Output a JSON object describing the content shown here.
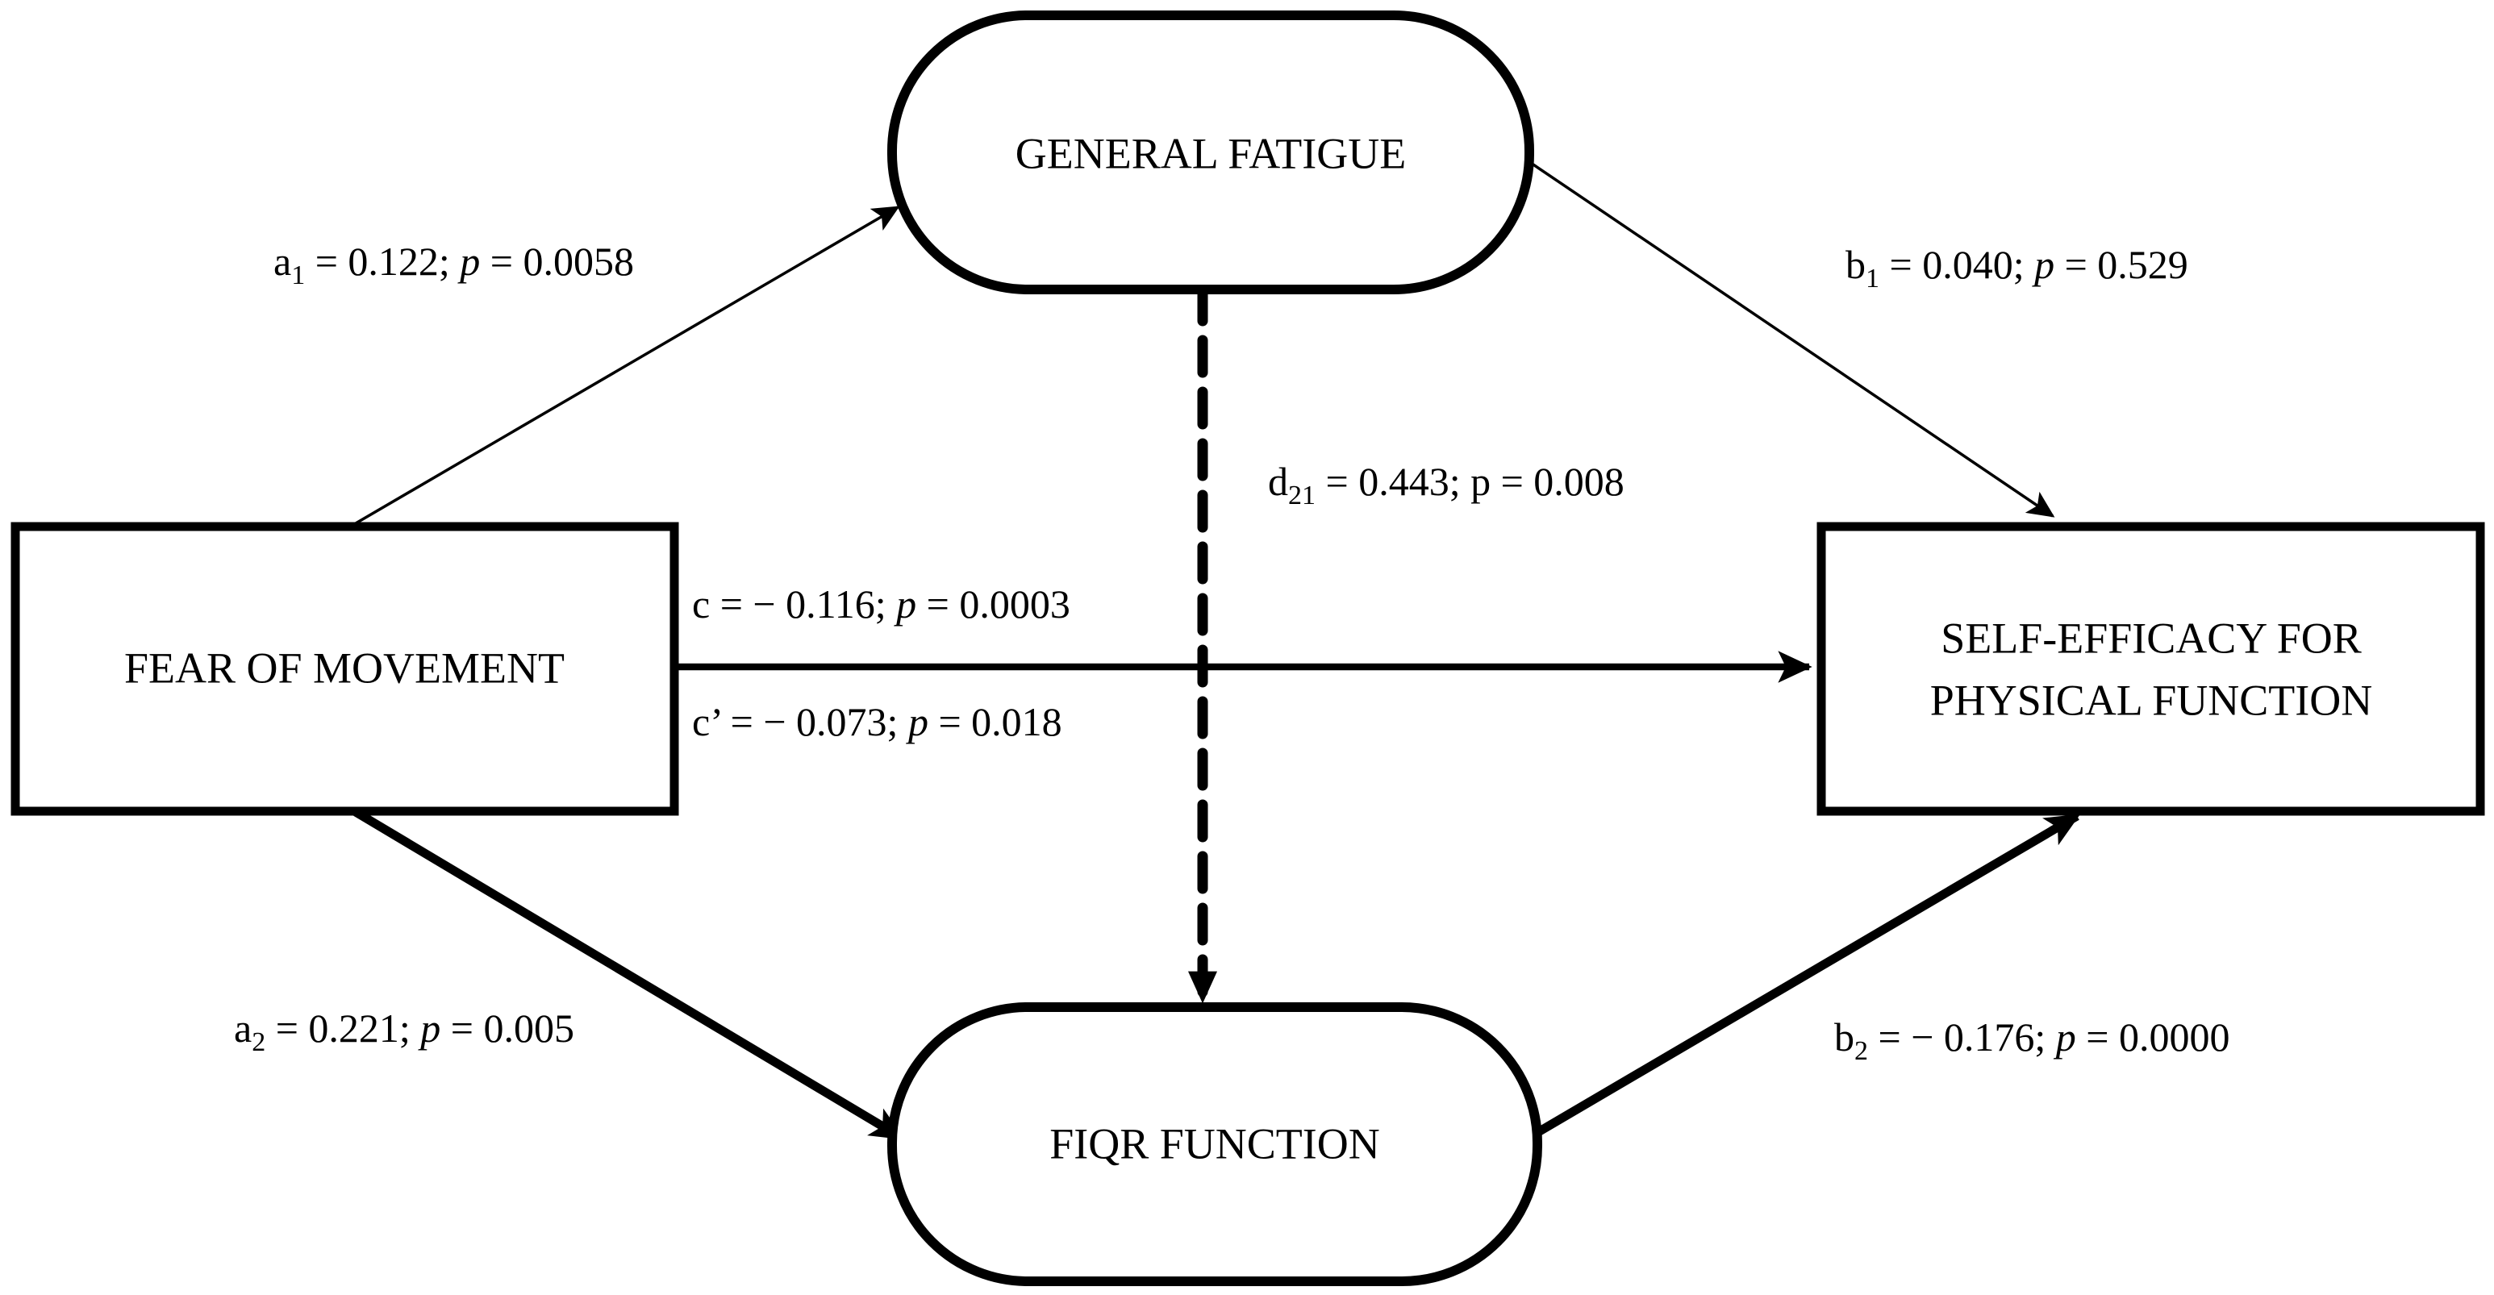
{
  "diagram": {
    "title": "Mediation model: Fear of movement and self-efficacy for physical function",
    "background_color": "#ffffff",
    "line_color": "#000000"
  },
  "nodes": [
    {
      "id": "general-fatigue",
      "label": "GENERAL FATIGUE",
      "shape": "stadium",
      "position": "top-center"
    },
    {
      "id": "fear-of-movement",
      "label": "FEAR OF MOVEMENT",
      "shape": "rectangle",
      "position": "left"
    },
    {
      "id": "self-efficacy",
      "label_line1": "SELF-EFFICACY FOR",
      "label_line2": "PHYSICAL FUNCTION",
      "shape": "rectangle",
      "position": "right"
    },
    {
      "id": "fiqr-function",
      "label": "FIQR FUNCTION",
      "shape": "stadium",
      "position": "bottom-center"
    }
  ],
  "edges": [
    {
      "id": "a1",
      "from": "fear-of-movement",
      "to": "general-fatigue",
      "coefficient_symbol": "a",
      "coefficient_subscript": "1",
      "coefficient_value": "0.122",
      "p_value": "0.0058",
      "label_text": "a1 = 0.122; p = 0.0058",
      "style": "thin-solid"
    },
    {
      "id": "b1",
      "from": "general-fatigue",
      "to": "self-efficacy",
      "coefficient_symbol": "b",
      "coefficient_subscript": "1",
      "coefficient_value": "0.040",
      "p_value": "0.529",
      "label_text": "b1 = 0.040; p = 0.529",
      "style": "thin-solid"
    },
    {
      "id": "d21",
      "from": "general-fatigue",
      "to": "fiqr-function",
      "coefficient_symbol": "d",
      "coefficient_subscript": "21",
      "coefficient_value": "0.443",
      "p_value": "0.008",
      "label_text": "d21 = 0.443; p = 0.008",
      "style": "thick-dashed"
    },
    {
      "id": "c",
      "from": "fear-of-movement",
      "to": "self-efficacy",
      "coefficient_symbol": "c",
      "coefficient_subscript": "",
      "coefficient_value": "− 0.116",
      "p_value": "0.0003",
      "label_text": "c = − 0.116; p = 0.0003",
      "style": "medium-solid"
    },
    {
      "id": "c-prime",
      "from": "fear-of-movement",
      "to": "self-efficacy",
      "coefficient_symbol": "c’",
      "coefficient_subscript": "",
      "coefficient_value": "− 0.073",
      "p_value": "0.018",
      "label_text": "c’ = − 0.073; p = 0.018",
      "style": "medium-solid"
    },
    {
      "id": "a2",
      "from": "fear-of-movement",
      "to": "fiqr-function",
      "coefficient_symbol": "a",
      "coefficient_subscript": "2",
      "coefficient_value": "0.221",
      "p_value": "0.005",
      "label_text": "a2 = 0.221; p = 0.005",
      "style": "thick-solid"
    },
    {
      "id": "b2",
      "from": "fiqr-function",
      "to": "self-efficacy",
      "coefficient_symbol": "b",
      "coefficient_subscript": "2",
      "coefficient_value": "− 0.176",
      "p_value": "0.0000",
      "label_text": "b2 = − 0.176; p = 0.0000",
      "style": "thick-solid"
    }
  ],
  "labels": {
    "a1": {
      "sym": "a",
      "sub": "1",
      "eq": " = 0.122; ",
      "p": "p",
      "pv": " = 0.0058"
    },
    "b1": {
      "sym": "b",
      "sub": "1",
      "eq": " = 0.040; ",
      "p": "p",
      "pv": " = 0.529"
    },
    "d21": {
      "sym": "d",
      "sub": "21",
      "eq": " = 0.443; ",
      "p": "p",
      "pv": " = 0.008"
    },
    "c": {
      "sym": "c",
      "sub": "",
      "eq": " = − 0.116; ",
      "p": "p",
      "pv": " = 0.0003"
    },
    "cprime": {
      "sym": "c’",
      "sub": "",
      "eq": " = − 0.073; ",
      "p": "p",
      "pv": " = 0.018"
    },
    "a2": {
      "sym": "a",
      "sub": "2",
      "eq": " = 0.221; ",
      "p": "p",
      "pv": " = 0.005"
    },
    "b2": {
      "sym": "b",
      "sub": "2",
      "eq": " = − 0.176; ",
      "p": "p",
      "pv": " = 0.0000"
    }
  }
}
